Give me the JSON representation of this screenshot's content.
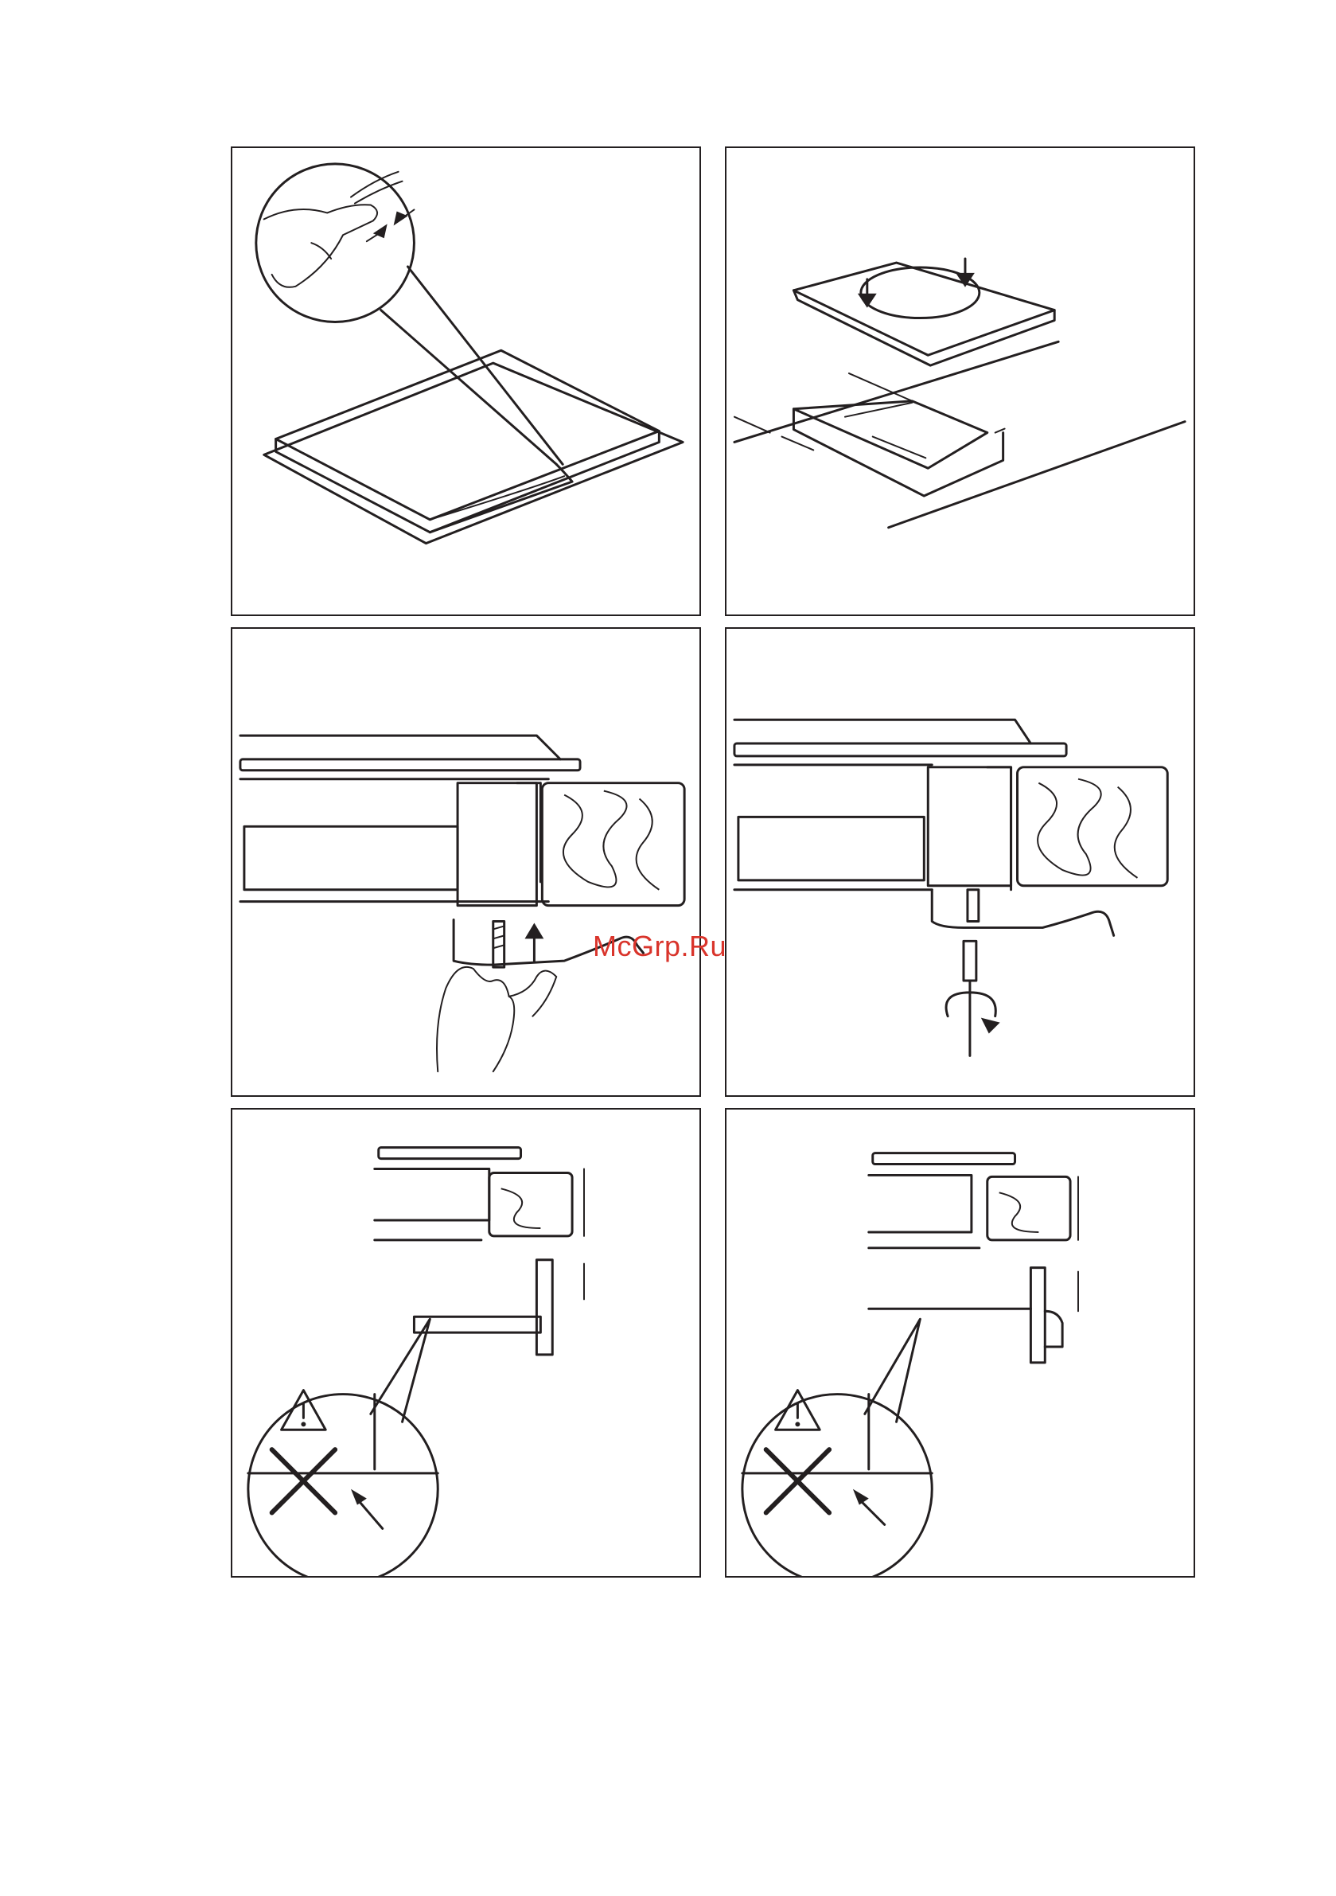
{
  "watermark": {
    "text": "McGrp.Ru",
    "color": "#d9342b"
  },
  "colors": {
    "ink": "#231f20",
    "paper": "#ffffff"
  },
  "panels": [
    {
      "id": "seal-strip",
      "icons": [
        "hand-icon",
        "compress-arrows-icon"
      ]
    },
    {
      "id": "cutout-placement",
      "icons": [
        "down-arrow-icon",
        "dimension-arrow-icon"
      ]
    },
    {
      "id": "bracket-insert",
      "icons": [
        "hand-icon",
        "screw-icon",
        "up-arrow-icon",
        "wood-grain-icon"
      ]
    },
    {
      "id": "screw-tighten",
      "icons": [
        "screwdriver-icon",
        "rotate-arrow-icon",
        "wood-grain-icon"
      ]
    },
    {
      "id": "clearance-shelf",
      "icons": [
        "warning-triangle-icon",
        "cross-mark-icon",
        "arrow-icon"
      ]
    },
    {
      "id": "clearance-panel",
      "icons": [
        "warning-triangle-icon",
        "cross-mark-icon",
        "arrow-icon"
      ]
    }
  ]
}
